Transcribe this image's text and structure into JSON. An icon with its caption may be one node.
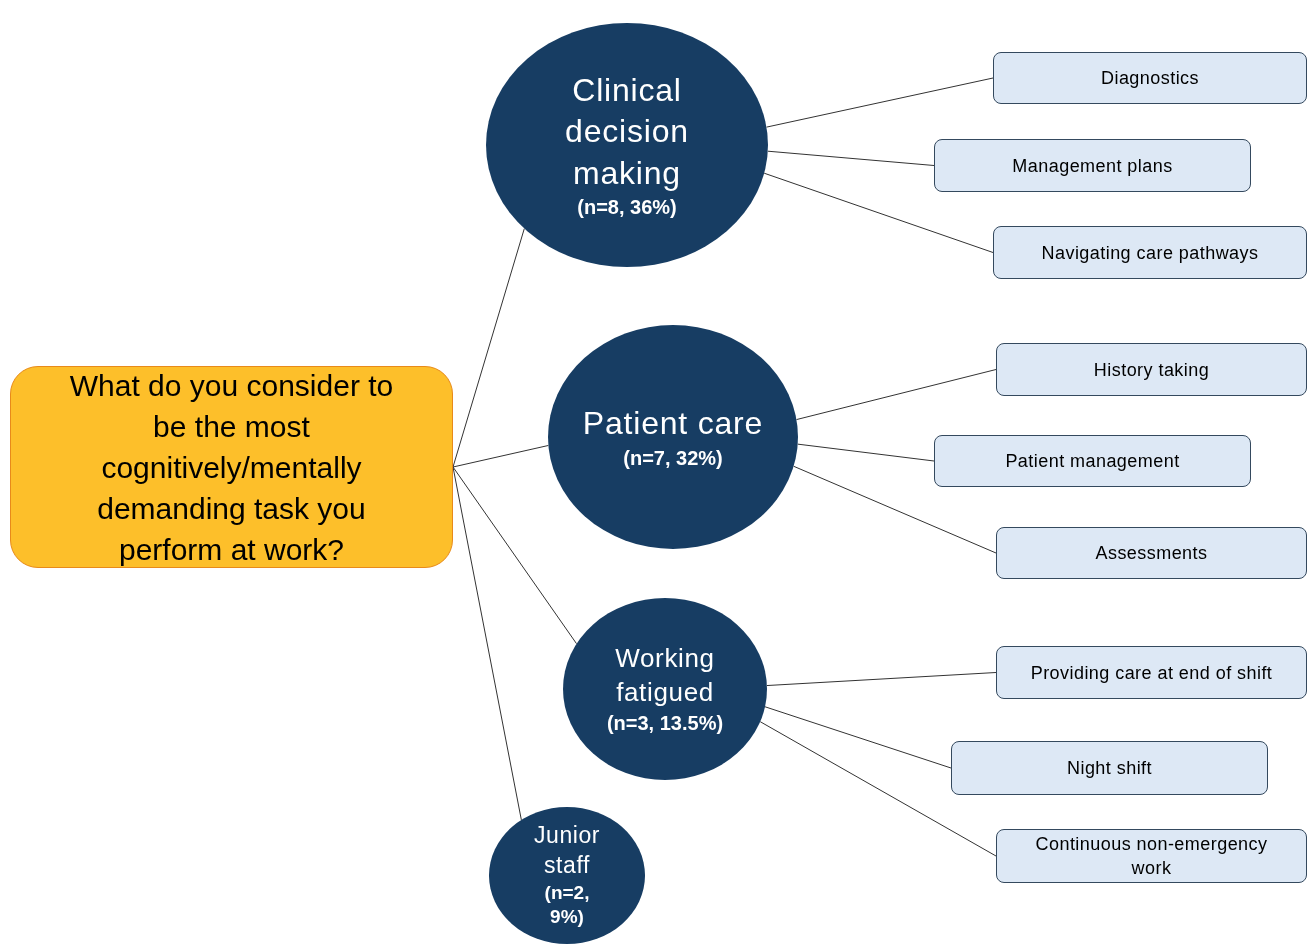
{
  "diagram": {
    "nodes": [
      {
        "text": [
          "What do you consider to be the most cognitively/mentally demanding task you perform at work?"
        ]
      },
      {
        "text": [
          "Clinical decision making",
          "(n=8, 36%)"
        ]
      },
      {
        "text": [
          "Diagnostics"
        ]
      },
      {
        "text": [
          "Management plans"
        ]
      },
      {
        "text": [
          "Navigating care pathways"
        ]
      },
      {
        "text": [
          "Patient care",
          "(n=7, 32%)"
        ]
      },
      {
        "text": [
          "History taking"
        ]
      },
      {
        "text": [
          "Patient management"
        ]
      },
      {
        "text": [
          "Assessments"
        ]
      },
      {
        "text": [
          "Working fatigued",
          "(n=3, 13.5%)"
        ]
      },
      {
        "text": [
          "Providing care at end of shift"
        ]
      },
      {
        "text": [
          "Night shift"
        ]
      },
      {
        "text": [
          "Continuous non-emergency work"
        ]
      },
      {
        "text": [
          "Junior staff",
          "(n=2, 9%)"
        ]
      }
    ],
    "edges": [
      {
        "from": 0,
        "to": 1,
        "arrow": "none"
      },
      {
        "from": 0,
        "to": 5,
        "arrow": "none"
      },
      {
        "from": 0,
        "to": 9,
        "arrow": "none"
      },
      {
        "from": 0,
        "to": 13,
        "arrow": "none"
      },
      {
        "from": 1,
        "to": 2,
        "arrow": "none"
      },
      {
        "from": 1,
        "to": 3,
        "arrow": "none"
      },
      {
        "from": 1,
        "to": 4,
        "arrow": "none"
      },
      {
        "from": 5,
        "to": 6,
        "arrow": "none"
      },
      {
        "from": 5,
        "to": 7,
        "arrow": "none"
      },
      {
        "from": 5,
        "to": 8,
        "arrow": "none"
      },
      {
        "from": 9,
        "to": 10,
        "arrow": "none"
      },
      {
        "from": 9,
        "to": 11,
        "arrow": "none"
      },
      {
        "from": 9,
        "to": 12,
        "arrow": "none"
      }
    ]
  }
}
